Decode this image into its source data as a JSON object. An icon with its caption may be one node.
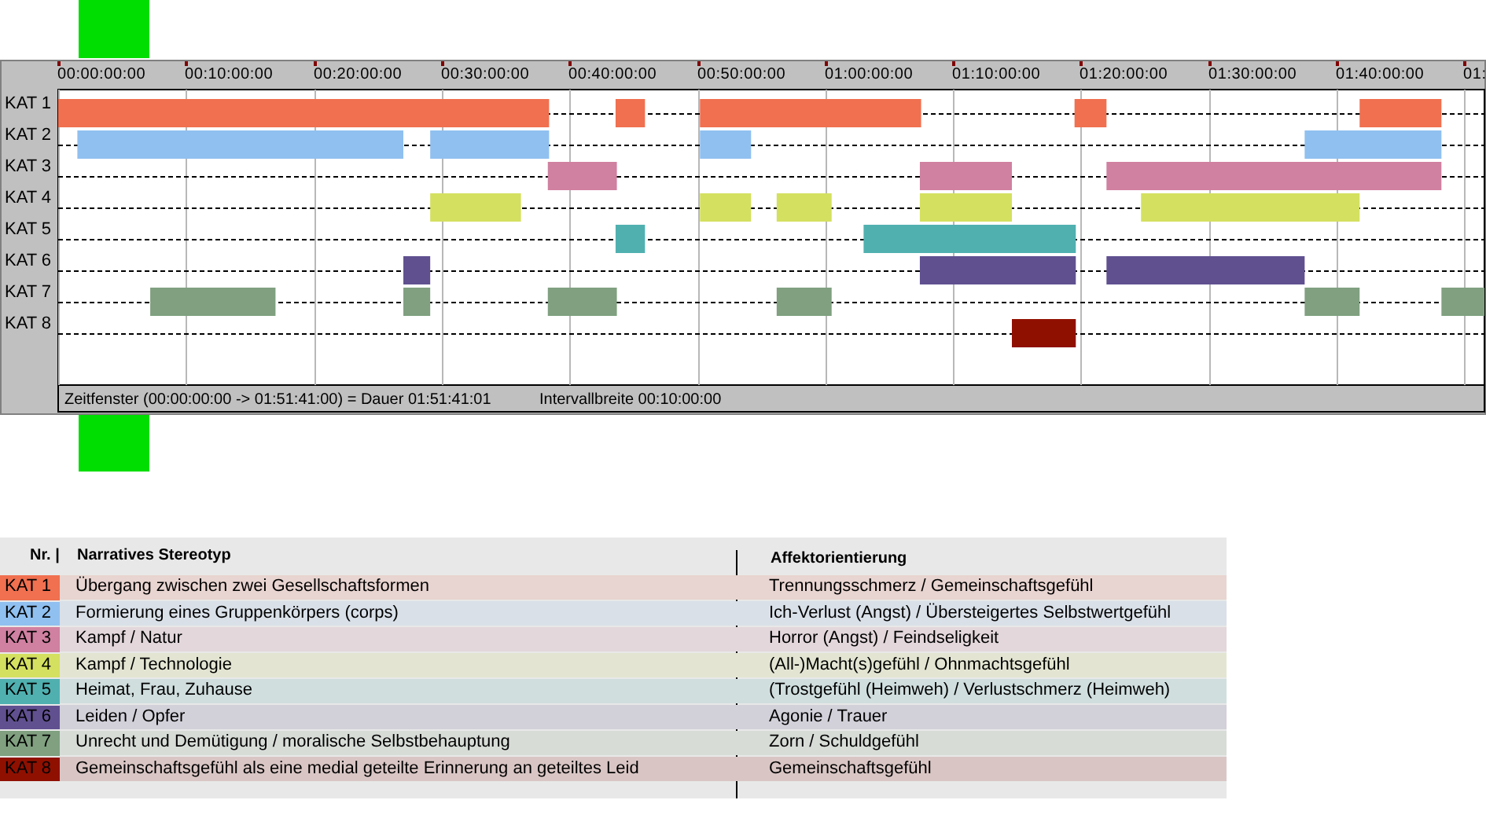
{
  "diagram": {
    "nodes": [
      {
        "text": [],
        "shape": "bar"
      },
      {
        "text": [],
        "shape": "bar"
      },
      {
        "text": [],
        "shape": "bar"
      },
      {
        "text": [],
        "shape": "bar"
      },
      {
        "text": [],
        "shape": "bar"
      },
      {
        "text": [],
        "shape": "bar"
      },
      {
        "text": [],
        "shape": "bar"
      },
      {
        "text": [],
        "shape": "bar"
      },
      {
        "text": [],
        "shape": "bar"
      },
      {
        "text": [],
        "shape": "bar"
      },
      {
        "text": [],
        "shape": "bar"
      },
      {
        "text": [],
        "shape": "bar"
      },
      {
        "text": [],
        "shape": "bar"
      },
      {
        "text": [],
        "shape": "bar"
      },
      {
        "text": [],
        "shape": "bar"
      },
      {
        "text": [],
        "shape": "bar"
      },
      {
        "text": [],
        "shape": "bar"
      },
      {
        "text": [],
        "shape": "bar"
      },
      {
        "text": [],
        "shape": "bar"
      },
      {
        "text": [],
        "shape": "bar"
      },
      {
        "text": [],
        "shape": "bar"
      },
      {
        "text": [],
        "shape": "bar"
      },
      {
        "text": [],
        "shape": "bar"
      },
      {
        "text": [],
        "shape": "bar"
      },
      {
        "text": [],
        "shape": "bar"
      },
      {
        "text": [],
        "shape": "bar"
      },
      {
        "text": [],
        "shape": "bar"
      },
      {
        "text": [],
        "shape": "bar"
      },
      {
        "text": [],
        "shape": "bar"
      }
    ],
    "labels": [
      "00:00:00:00",
      "00:10:00:00",
      "00:20:00:00",
      "00:30:00:00",
      "00:40:00:00",
      "00:50:00:00",
      "01:00:00:00",
      "01:10:00:00",
      "01:20:00:00",
      "01:30:00:00",
      "01:40:00:00",
      "01:",
      "KAT 1",
      "KAT 2",
      "KAT 3",
      "KAT 4",
      "KAT 5",
      "KAT 6",
      "KAT 7",
      "KAT 8",
      "Zeitfenster (00:00:00:00 -> 01:51:41:00) = Dauer 01:51:41:01",
      "Intervallbreite 00:10:00:00",
      "Nr. |",
      "Narratives Stereotyp",
      "Affektorientierung",
      "Übergang zwischen zwei Gesellschaftsformen",
      "Trennungsschmerz / Gemeinschaftsgefühl",
      "Formierung eines Gruppenkörpers (corps)",
      "Ich-Verlust (Angst) / Übersteigertes Selbstwertgefühl",
      "Kampf / Natur",
      "Horror (Angst) / Feindseligkeit",
      "Kampf / Technologie",
      "(All-)Macht(s)gefühl / Ohnmachtsgefühl",
      "Heimat, Frau, Zuhause",
      "(Trostgefühl (Heimweh) / Verlustschmerz (Heimweh)",
      "Leiden / Opfer",
      "Agonie / Trauer",
      "Unrecht und Demütigung / moralische Selbstbehauptung",
      "Zorn / Schuldgefühl",
      "Gemeinschaftsgefühl als eine medial geteilte Erinnerung an geteiltes Leid",
      "Gemeinschaftsgefühl"
    ],
    "legend": [
      {
        "text": "KAT 1",
        "color": "#f07050"
      },
      {
        "text": "KAT 2",
        "color": "#90c0f0"
      },
      {
        "text": "KAT 3",
        "color": "#d080a0"
      },
      {
        "text": "KAT 4",
        "color": "#d4e060"
      },
      {
        "text": "KAT 5",
        "color": "#50b0b0"
      },
      {
        "text": "KAT 6",
        "color": "#605090"
      },
      {
        "text": "KAT 7",
        "color": "#80a080"
      },
      {
        "text": "KAT 8",
        "color": "#901000"
      }
    ]
  }
}
